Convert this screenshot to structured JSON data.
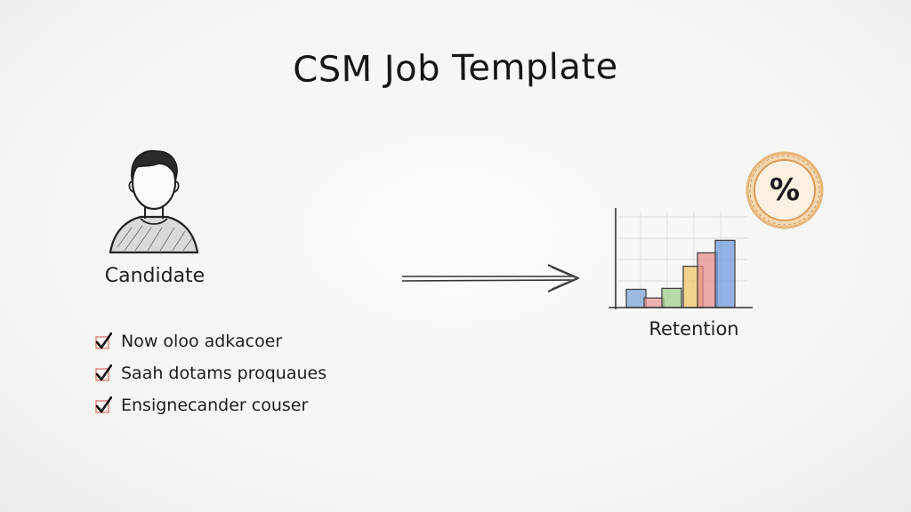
{
  "title": "CSM Job Template",
  "candidate": {
    "label": "Candidate",
    "icon": "person-icon"
  },
  "checklist": [
    {
      "text": "Now oloo adkacoer",
      "checked": true
    },
    {
      "text": "Saah dotams proquaues",
      "checked": true
    },
    {
      "text": "Ensignecander couser",
      "checked": true
    }
  ],
  "arrow": {
    "icon": "arrow-right-icon"
  },
  "chart": {
    "label": "Retention",
    "bars": [
      {
        "value": 0.19,
        "color": "#7fa6d8"
      },
      {
        "value": 0.1,
        "color": "#e89a9a"
      },
      {
        "value": 0.2,
        "color": "#9fcf8f"
      },
      {
        "value": 0.43,
        "color": "#f1c86a"
      },
      {
        "value": 0.57,
        "color": "#e88e8e"
      },
      {
        "value": 0.7,
        "color": "#6f9bdc"
      }
    ]
  },
  "badge": {
    "text": "%",
    "ring_color": "#e8b57a"
  },
  "colors": {
    "ink": "#1c1c1c",
    "paper": "#f6f6f4",
    "checkbox": "#e07b7b"
  }
}
